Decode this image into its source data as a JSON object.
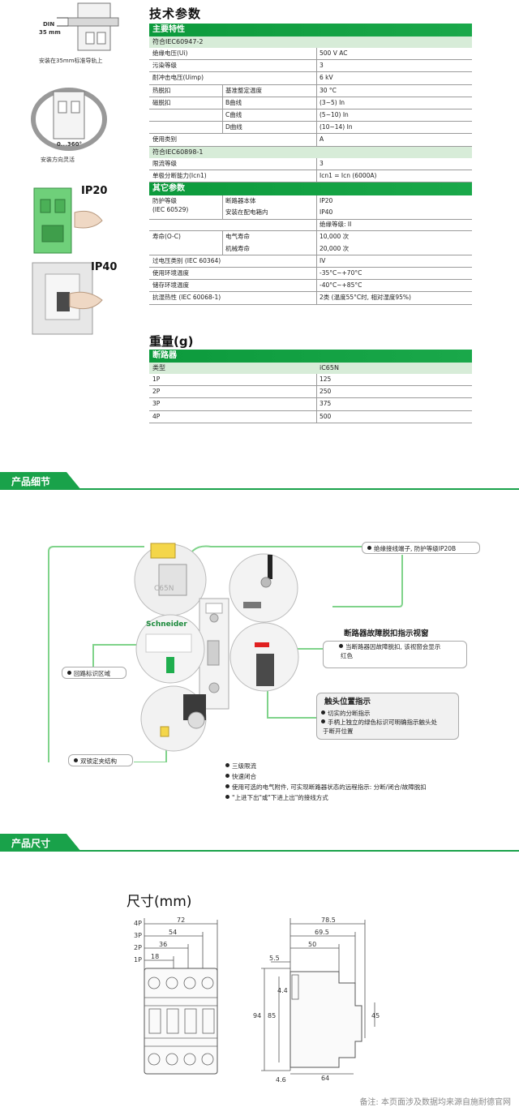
{
  "illustrations": {
    "din_label_1": "DIN",
    "din_label_2": "35 mm",
    "caption_1": "安装在35mm标准导轨上",
    "rotate_label": "0...360°",
    "caption_2": "安装方向灵活",
    "ip20": "IP20",
    "ip40": "IP40"
  },
  "spec": {
    "title": "技术参数",
    "main_header": "主要特性",
    "standard_1": "符合IEC60947-2",
    "rows_a": [
      {
        "c1": "绝缘电压(Ui)",
        "c2": "",
        "c3": "500 V AC"
      },
      {
        "c1": "污染等级",
        "c2": "",
        "c3": "3"
      },
      {
        "c1": "耐冲击电压(Uimp)",
        "c2": "",
        "c3": "6 kV"
      },
      {
        "c1": "热脱扣",
        "c2": "基准整定温度",
        "c3": "30 °C"
      },
      {
        "c1": "磁脱扣",
        "c2": "B曲线",
        "c3": "(3~5) In"
      },
      {
        "c1": "",
        "c2": "C曲线",
        "c3": "(5~10) In"
      },
      {
        "c1": "",
        "c2": "D曲线",
        "c3": "(10~14) In"
      },
      {
        "c1": "使用类别",
        "c2": "",
        "c3": "A"
      }
    ],
    "standard_2": "符合IEC60898-1",
    "rows_b": [
      {
        "c1": "限流等级",
        "c2": "",
        "c3": "3"
      },
      {
        "c1": "单极分断能力(Icn1)",
        "c2": "",
        "c3": "Icn1 = Icn (6000A)"
      }
    ],
    "other_header": "其它参数",
    "protection_label_1": "防护等级",
    "protection_label_2": "(IEC 60529)",
    "protection_rows": [
      {
        "c2": "断路器本体",
        "c3": "IP20"
      },
      {
        "c2": "安装在配电箱内",
        "c3": "IP40",
        "c3b": "绝缘等级: II"
      }
    ],
    "life_label": "寿命(O-C)",
    "life_rows": [
      {
        "c2": "电气寿命",
        "c3": "10,000 次"
      },
      {
        "c2": "机械寿命",
        "c3": "20,000 次"
      }
    ],
    "rows_c": [
      {
        "c1": "过电压类别 (IEC 60364)",
        "c3": "IV"
      },
      {
        "c1": "使用环境温度",
        "c3": "-35°C~+70°C"
      },
      {
        "c1": "储存环境温度",
        "c3": "-40°C~+85°C"
      },
      {
        "c1": "抗湿热性 (IEC 60068-1)",
        "c3": "2类 (温度55°C时, 相对湿度95%)"
      }
    ]
  },
  "weight": {
    "title": "重量(g)",
    "header": "断路器",
    "col_type": "类型",
    "col_model": "iC65N",
    "rows": [
      {
        "type": "1P",
        "value": "125"
      },
      {
        "type": "2P",
        "value": "250"
      },
      {
        "type": "3P",
        "value": "375"
      },
      {
        "type": "4P",
        "value": "500"
      }
    ]
  },
  "details": {
    "banner": "产品细节",
    "callout_terminal": "绝缘接线端子, 防护等级IP20B",
    "fault_head": "断路器故障脱扣指示视窗",
    "fault_text_1": "当断路器因故障脱扣, 该视窗会显示",
    "fault_text_2": "红色",
    "contact_head": "触头位置指示",
    "contact_text_1": "切实的分断指示",
    "contact_text_2": "手柄上独立的绿色标识可明确指示触头处",
    "contact_text_3": "于断开位置",
    "callout_id": "回路标识区域",
    "callout_clamp": "双锁定夹结构",
    "brand": "Schneider",
    "features": [
      "三级限流",
      "快速闭合",
      "使用可选的电气附件, 可实现断路器状态的远程指示: 分断/闭合/故障脱扣",
      "\"上进下出\"或\"下进上出\"的接线方式"
    ]
  },
  "dimensions": {
    "banner": "产品尺寸",
    "title": "尺寸(mm)",
    "poles": [
      "4P",
      "3P",
      "2P",
      "1P"
    ],
    "pole_widths": [
      "72",
      "54",
      "36",
      "18"
    ],
    "side_top": [
      "78.5",
      "69.5",
      "50"
    ],
    "side_labels": {
      "d55": "5.5",
      "d44": "4.4",
      "d94": "94",
      "d85": "85",
      "d45": "45",
      "d46": "4.6",
      "d64": "64"
    }
  },
  "footer": "备注: 本页面涉及数据均来源自施耐德官网"
}
